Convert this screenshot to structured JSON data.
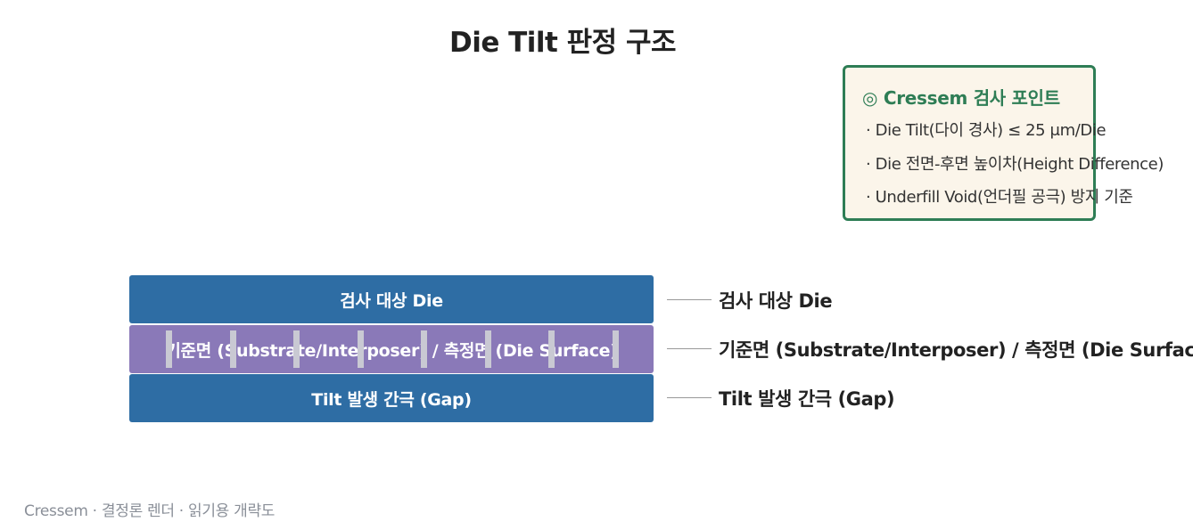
{
  "title": "Die Tilt 판정 구조",
  "callout": {
    "title": "◎ Cressem 검사 포인트",
    "items": [
      "· Die Tilt(다이 경사) ≤ 25 μm/Die",
      "· Die 전면-후면 높이차(Height Difference)",
      "· Underfill Void(언더필 공극) 방지 기준"
    ]
  },
  "layers": [
    {
      "label": "검사 대상 Die",
      "color": "#2e6da4"
    },
    {
      "label": "기준면 (Substrate/Interposer) / 측정면 (Die Surface)",
      "color": "#8a79b8"
    },
    {
      "label": "Tilt 발생 간극 (Gap)",
      "color": "#2e6da4"
    }
  ],
  "side_labels": [
    "검사 대상 Die",
    "기준면 (Substrate/Interposer) / 측정면 (Die Surface)",
    "Tilt 발생 간극 (Gap)"
  ],
  "bump_count": 8,
  "footer": "Cressem · 결정론 렌더 · 읽기용 개략도",
  "colors": {
    "accent_green": "#2e7d55",
    "callout_bg": "#fbf5ea",
    "die_blue": "#2e6da4",
    "reference_purple": "#8a79b8",
    "bump_gray": "#c9c9d3"
  }
}
